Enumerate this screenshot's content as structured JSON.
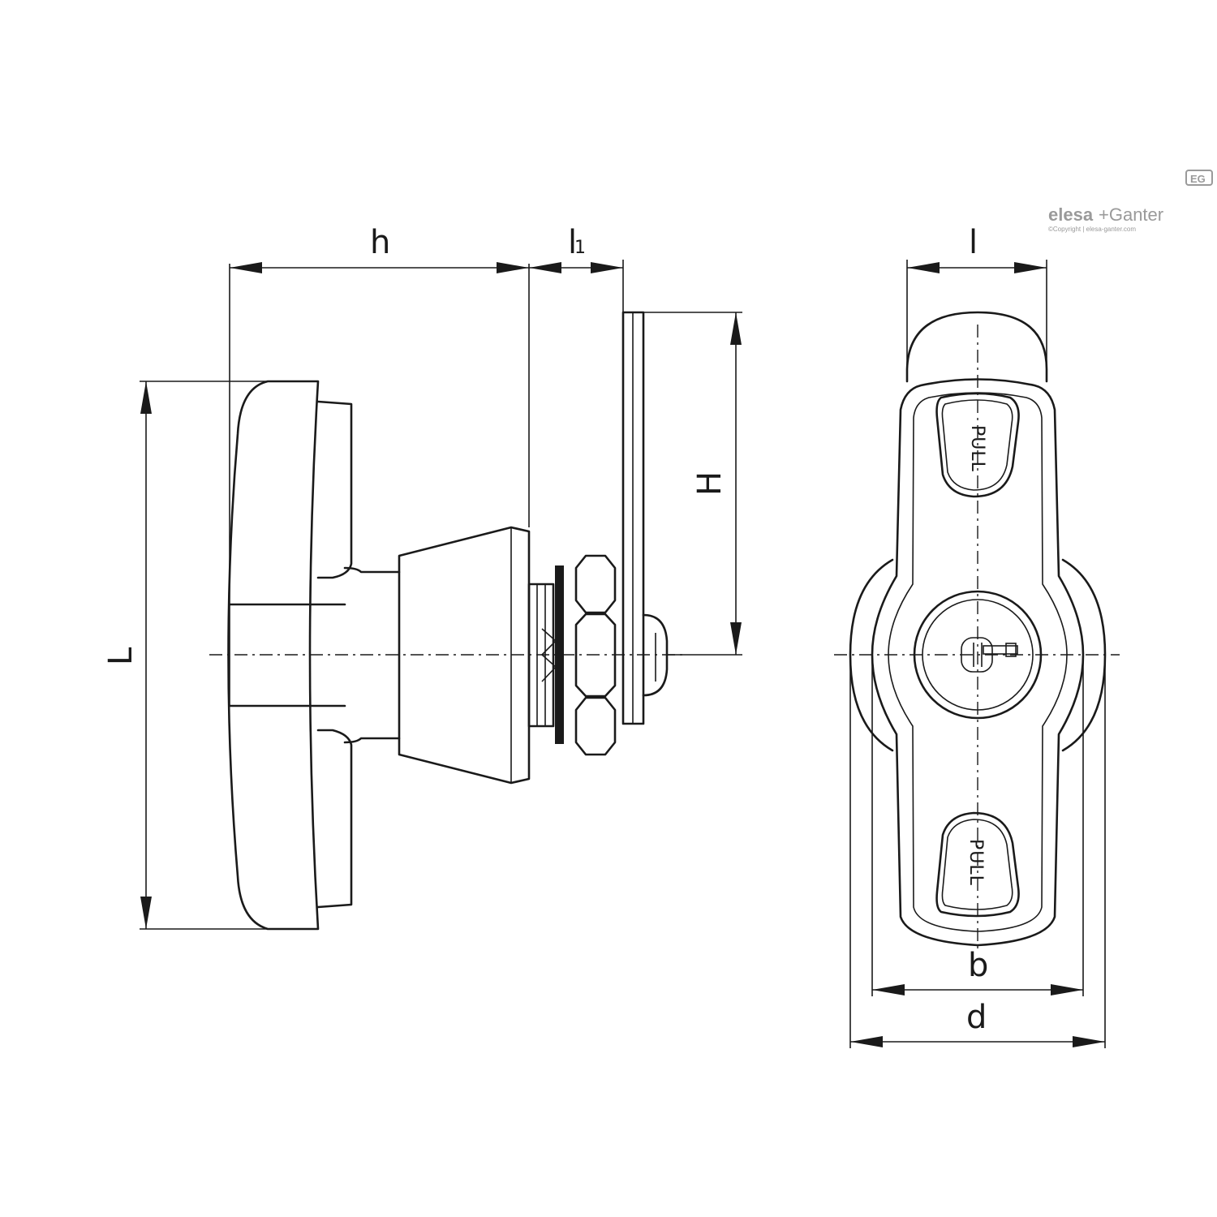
{
  "brand": {
    "name_part1": "elesa",
    "name_part2": "+Ganter",
    "copyright": "©Copyright | elesa-ganter.com",
    "badge": "EG"
  },
  "dimensions": {
    "h": "h",
    "l1_main": "l",
    "l1_sub": "1",
    "H": "H",
    "L": "L",
    "l": "l",
    "b": "b",
    "d": "d"
  },
  "labels": {
    "pull_top": "PULL",
    "pull_bottom": "PULL"
  }
}
